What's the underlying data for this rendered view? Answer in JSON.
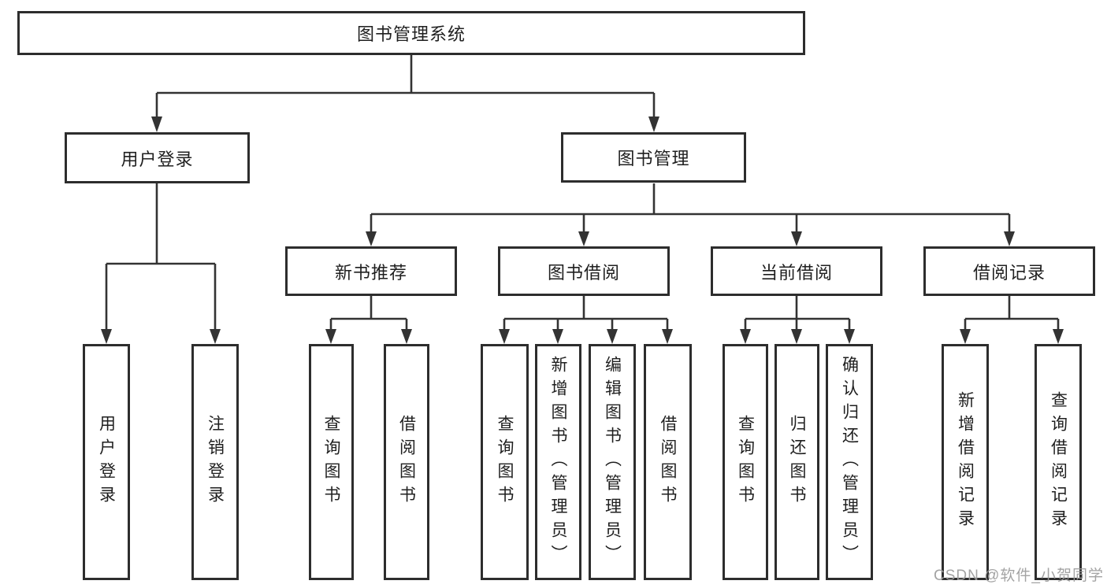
{
  "diagram": {
    "colors": {
      "background": "#ffffff",
      "line_color": "#333333",
      "box_border": "#2d2d2d",
      "box_fill": "#ffffff",
      "text_color": "#1f1f1f",
      "watermark_color": "#9c9c9c"
    },
    "root": {
      "label": "图书管理系统"
    },
    "level2": [
      {
        "id": "user-login",
        "label": "用户登录"
      },
      {
        "id": "book-management",
        "label": "图书管理"
      }
    ],
    "level3": [
      {
        "id": "new-book-recommend",
        "label": "新书推荐"
      },
      {
        "id": "book-borrowing",
        "label": "图书借阅"
      },
      {
        "id": "current-borrowing",
        "label": "当前借阅"
      },
      {
        "id": "borrowing-records",
        "label": "借阅记录"
      }
    ],
    "leaves": {
      "user_login": [
        "用户登录",
        "注销登录"
      ],
      "new_book_recommend": [
        "查询图书",
        "借阅图书"
      ],
      "book_borrowing": [
        "查询图书",
        "新增图书（管理员）",
        "编辑图书（管理员）",
        "借阅图书"
      ],
      "current_borrowing": [
        "查询图书",
        "归还图书",
        "确认归还（管理员）"
      ],
      "borrowing_records": [
        "新增借阅记录",
        "查询借阅记录"
      ]
    }
  },
  "watermark": {
    "text": "CSDN @软件_小贺同学"
  }
}
